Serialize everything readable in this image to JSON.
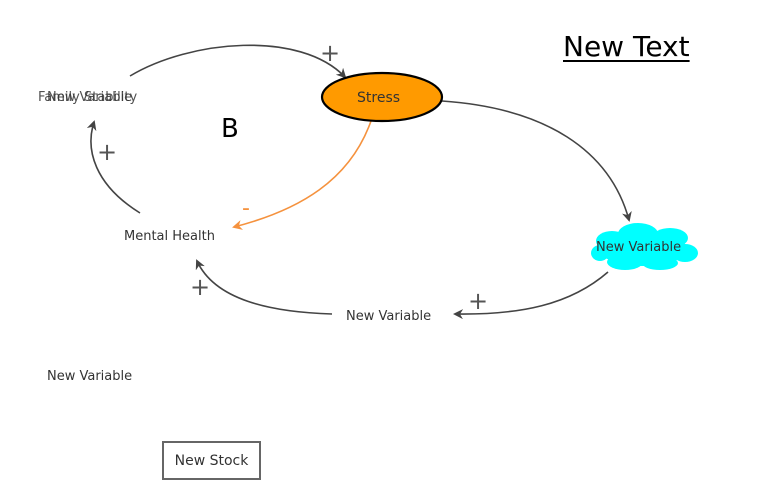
{
  "annotation": {
    "title_text": "New Text",
    "loop_label": "B"
  },
  "variables": {
    "family_stability": "Family Stability",
    "new_variable_overlap": "New Variable",
    "stress": "Stress",
    "mental_health": "Mental Health",
    "cloud_variable": "New Variable",
    "middle_variable": "New Variable",
    "lone_variable": "New Variable"
  },
  "stock": {
    "label": "New Stock"
  },
  "links": {
    "family_to_stress_sign": "+",
    "mental_to_family_sign": "+",
    "stress_to_mental_sign": "-",
    "cloud_to_middle_sign": "+",
    "middle_to_mental_sign": "+"
  },
  "colors": {
    "stress_fill": "#ff9a00",
    "stress_border": "#000000",
    "cloud_fill": "#00ffff",
    "negative_link": "#f5923e",
    "positive_link": "#444444"
  }
}
